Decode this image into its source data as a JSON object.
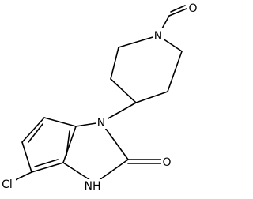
{
  "molecule": {
    "atoms": {
      "n_piperidine": "N",
      "o_formyl": "O",
      "n_benzimidazole_1": "N",
      "o_carbonyl": "O",
      "nh_benzimidazole_3": "NH",
      "h_benzimidazole_3": "H",
      "chlorine": "Cl"
    }
  },
  "colors": {
    "bond": "#000000",
    "background": "#ffffff"
  }
}
